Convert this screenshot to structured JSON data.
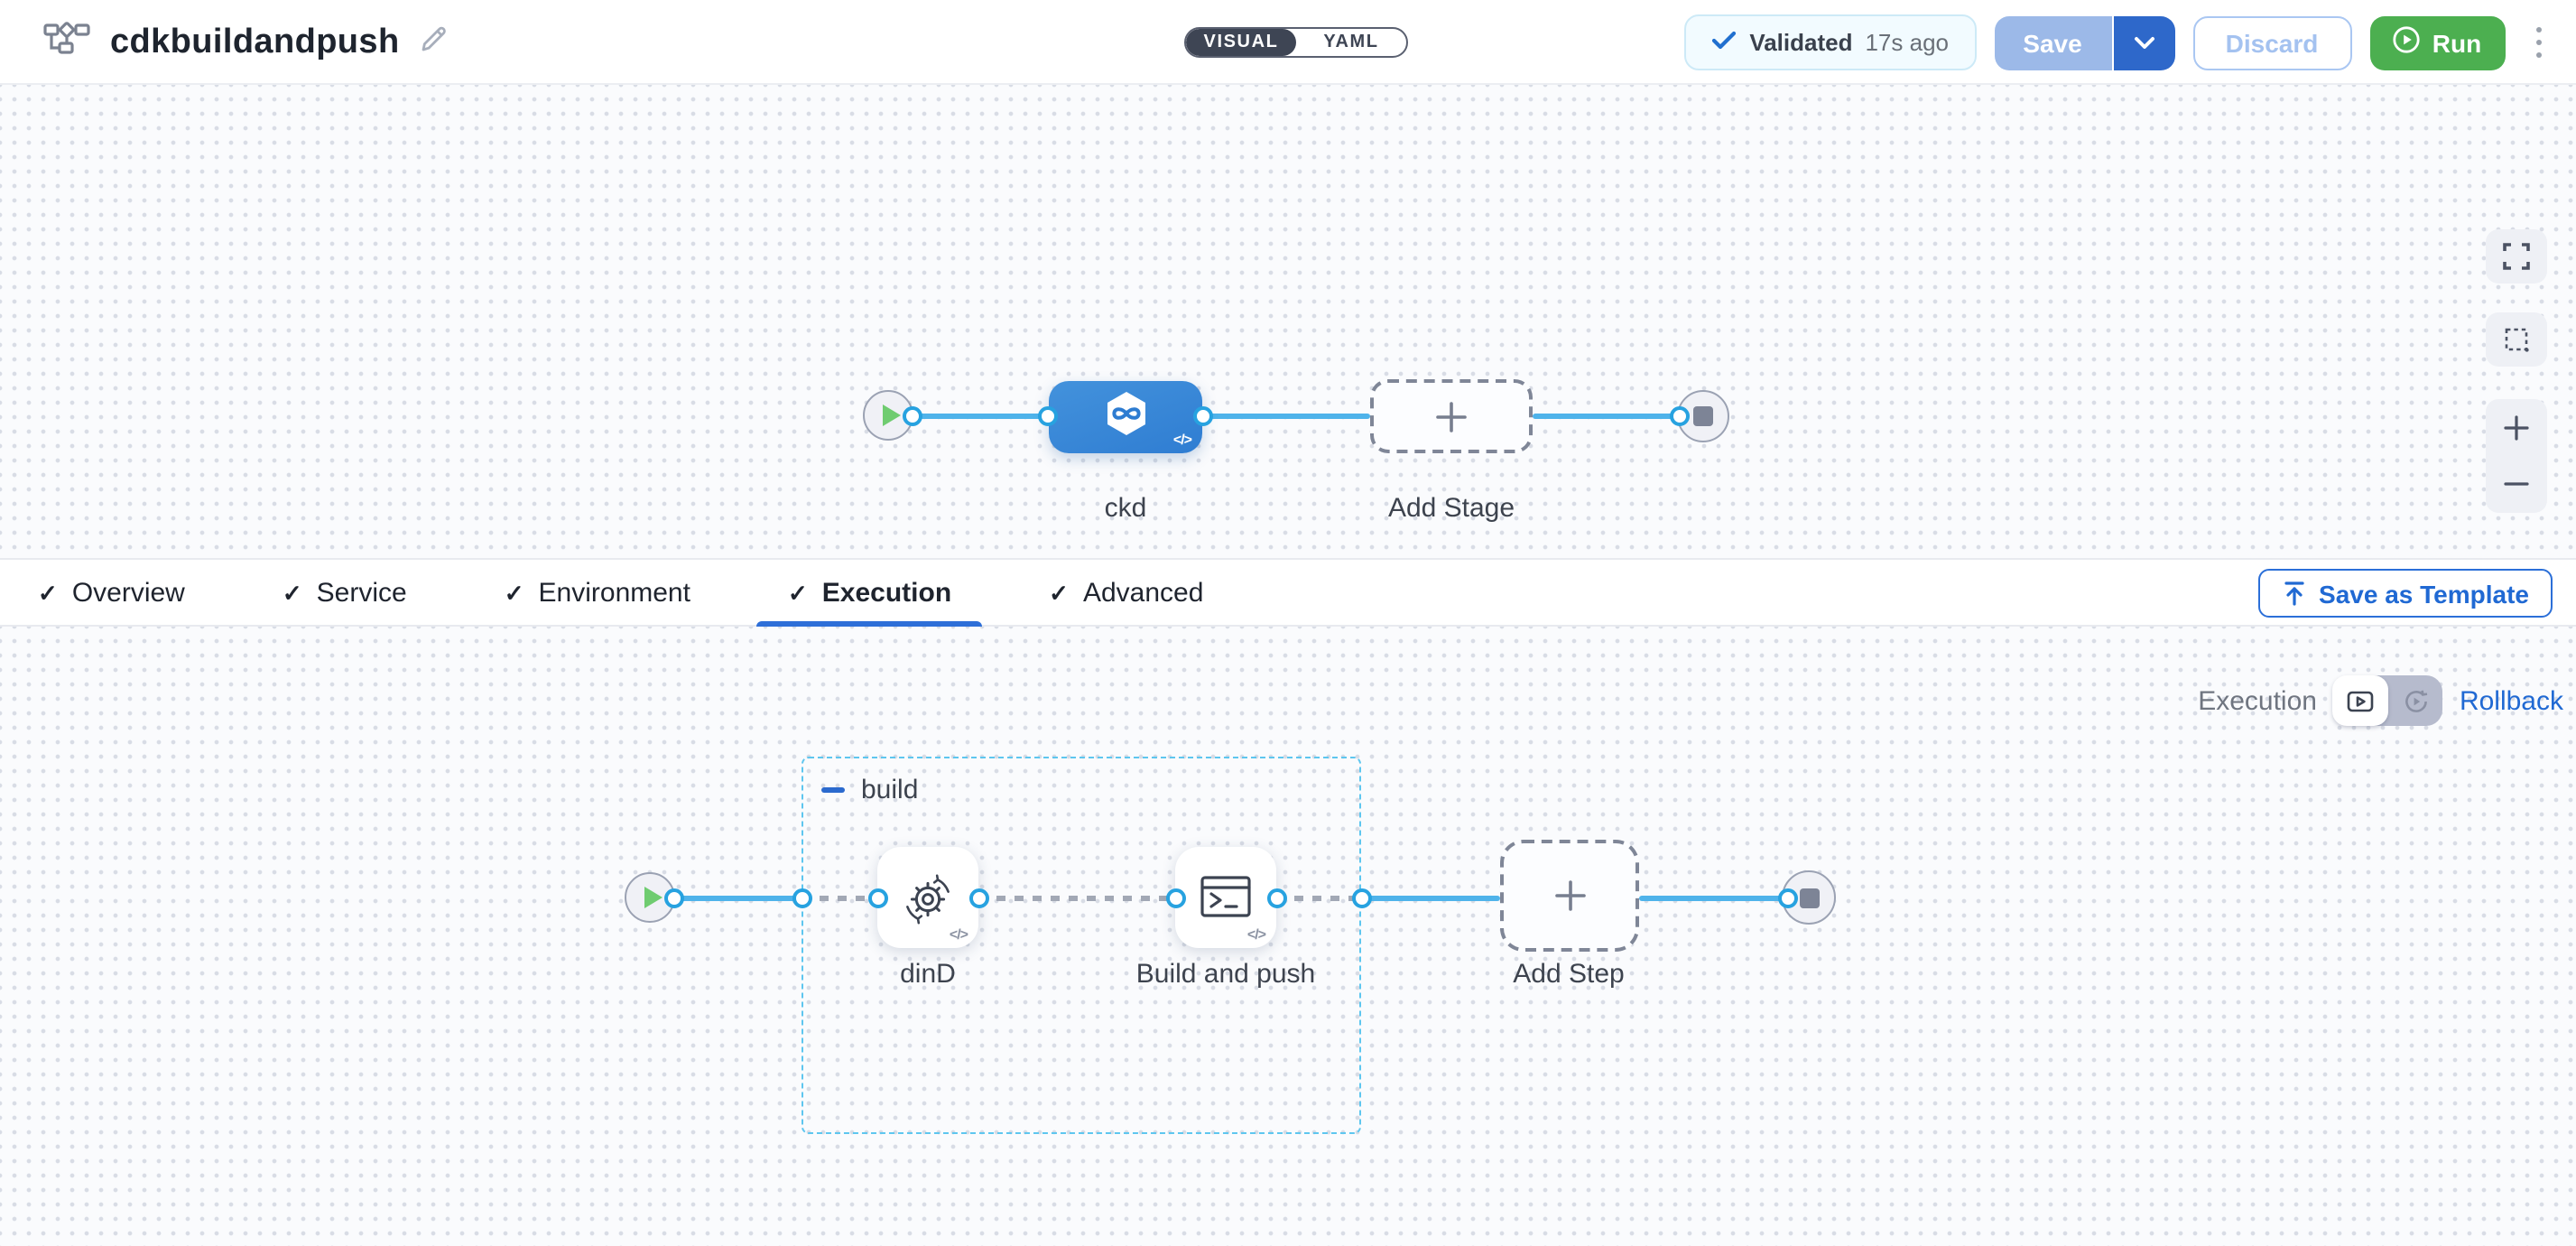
{
  "header": {
    "title": "cdkbuildandpush",
    "mode_toggle": {
      "visual_label": "VISUAL",
      "yaml_label": "YAML",
      "selected": "VISUAL"
    },
    "validated_badge": {
      "status_label": "Validated",
      "time_ago": "17s ago"
    },
    "actions": {
      "save_label": "Save",
      "discard_label": "Discard",
      "run_label": "Run"
    }
  },
  "stage_canvas": {
    "stage_name": "ckd",
    "add_stage_label": "Add Stage",
    "code_badge": "</>"
  },
  "tabs": {
    "selected": "Execution",
    "items": [
      {
        "label": "Overview"
      },
      {
        "label": "Service"
      },
      {
        "label": "Environment"
      },
      {
        "label": "Execution"
      },
      {
        "label": "Advanced"
      }
    ],
    "save_as_template_label": "Save as Template"
  },
  "execution_panel": {
    "mode_label": "Execution",
    "rollback_label": "Rollback",
    "group_label": "build",
    "steps": [
      {
        "name": "dinD"
      },
      {
        "name": "Build and push"
      }
    ],
    "add_step_label": "Add Step",
    "code_badge": "</>"
  },
  "icons": {
    "pipeline-icon": "flowchart",
    "pencil-icon": "edit pencil",
    "check-icon": "✓",
    "chevron-down-icon": "⌄",
    "play-circle-icon": "▶ in circle",
    "kebab-menu-icon": "⋮",
    "fullscreen-icon": "corner brackets",
    "marquee-select-icon": "dashed square",
    "zoom-in-icon": "+",
    "zoom-out-icon": "−",
    "play-icon": "▶",
    "stop-icon": "■",
    "cicd-stage-icon": "hexagon with infinity",
    "gear-sync-icon": "gear with circular arrows",
    "terminal-icon": "console window",
    "upload-icon": "↥",
    "execution-view-icon": "play in frame",
    "rollback-icon": "circular arrow with play",
    "minus-collapse-icon": "−"
  },
  "colors": {
    "stage_blue": "#3787d8",
    "line_blue": "#4fb3ea",
    "node_ring_blue": "#27a2e0",
    "primary_blue": "#2e6fd8",
    "link_blue": "#2069d3",
    "run_green": "#4caf50",
    "play_green": "#6fcc70",
    "group_border_blue": "#5ec6ef",
    "save_disabled_blue": "#9cb9e8",
    "caret_segment_blue": "#2e68ca",
    "validated_bg": "#f2fbff",
    "canvas_bg": "#fafbfd"
  }
}
